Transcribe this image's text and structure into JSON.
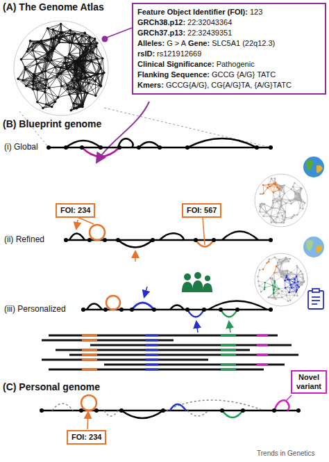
{
  "diagram": {
    "nodes": [
      {
        "text": [
          "Feature Object Identifier (FOI):",
          "123",
          "GRCh38.p12:",
          "22:32043364",
          "GRCh37.p13:",
          "22:32439351",
          "Alleles:",
          "G > A",
          "Gene:",
          "SLC5A1 (22q12.3)",
          "rsID:",
          "rs121912669",
          "Clinical Significance:",
          "Pathogenic",
          "Flanking Sequence:",
          "GCCG {A/G} TATC",
          "Kmers:",
          "GCCG{A/G}, CG{A/G}TA, {A/G}TATC"
        ]
      },
      {
        "text": [
          "FOI: 234"
        ]
      },
      {
        "text": [
          "FOI: 567"
        ]
      },
      {
        "text": [
          "FOI: 234"
        ]
      },
      {
        "text": [
          "Novel variant"
        ]
      }
    ],
    "labels": [
      "(A) The Genome Atlas",
      "(B) Blueprint genome",
      "(i) Global",
      "(ii) Refined",
      "(iii) Personalized",
      "(C) Personal genome",
      "Trends in Genetics"
    ]
  }
}
